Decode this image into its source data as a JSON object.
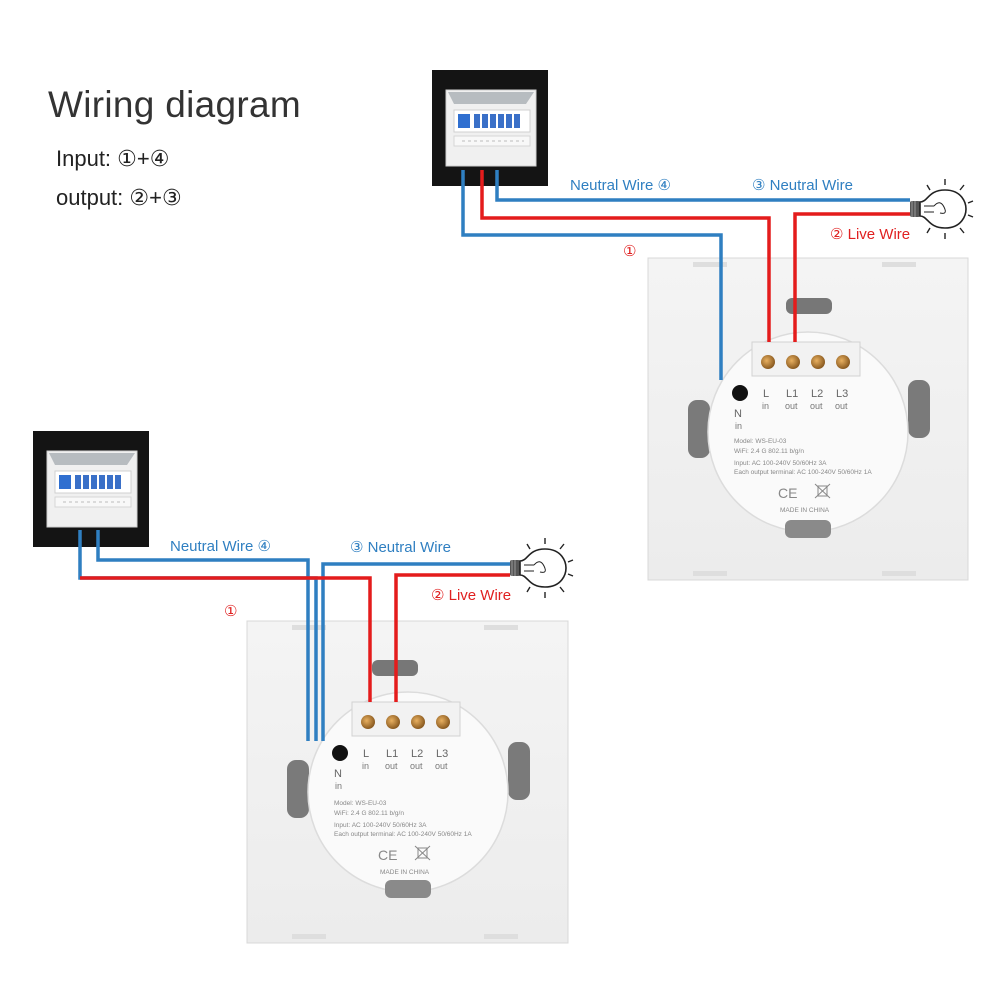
{
  "title": "Wiring diagram",
  "input": {
    "label": "Input:",
    "value": "①+④"
  },
  "output": {
    "label": "output:",
    "value": "②+③"
  },
  "top_diagram": {
    "neutral4": "Neutral Wire ④",
    "neutral3": "③ Neutral Wire",
    "live2": "② Live Wire",
    "live1": "①"
  },
  "bottom_diagram": {
    "neutral4": "Neutral Wire ④",
    "neutral3": "③ Neutral Wire",
    "live2": "② Live Wire",
    "live1": "①"
  },
  "switch": {
    "terminals": [
      {
        "name": "L",
        "sub": "in"
      },
      {
        "name": "L1",
        "sub": "out"
      },
      {
        "name": "L2",
        "sub": "out"
      },
      {
        "name": "L3",
        "sub": "out"
      }
    ],
    "neutral": {
      "name": "N",
      "sub": "in"
    },
    "model": "Model: WS-EU-03",
    "wifi": "WiFi: 2.4 G 802.11 b/g/n",
    "input_spec": "Input: AC 100-240V  50/60Hz 3A",
    "output_spec": "Each output terminal: AC 100-240V  50/60Hz 1A",
    "ce": "CE",
    "made_in": "MADE IN CHINA"
  },
  "colors": {
    "neutral": "#2f7fc1",
    "live": "#e41c1c"
  }
}
